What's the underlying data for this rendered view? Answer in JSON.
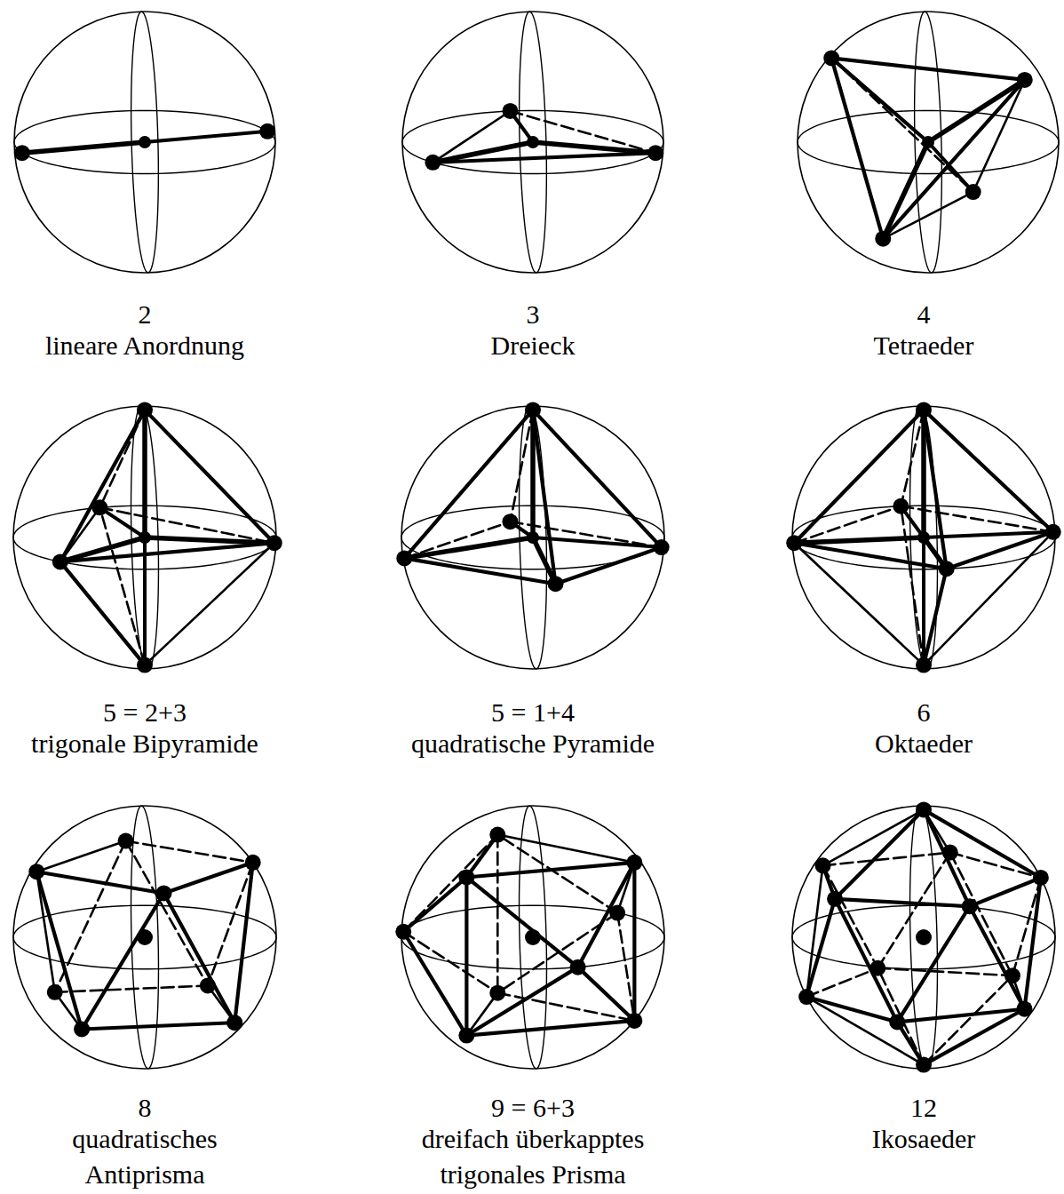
{
  "diagram": {
    "labels": [
      "2",
      "lineare Anordnung",
      "3",
      "Dreieck",
      "4",
      "Tetraeder",
      "5 = 2+3",
      "trigonale Bipyramide",
      "5 = 1+4",
      "quadratische Pyramide",
      "6",
      "Oktaeder",
      "8",
      "quadratisches Antiprisma",
      "9 = 6+3",
      "dreifach überkapptes trigonales Prisma",
      "12",
      "Ikosaeder"
    ]
  }
}
